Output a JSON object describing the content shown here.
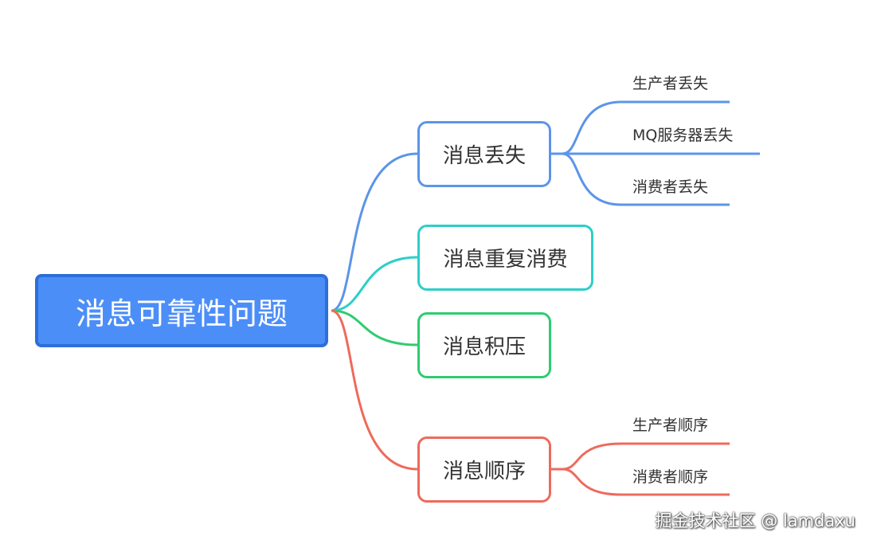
{
  "root": {
    "label": "消息可靠性问题",
    "fill": "#4c8ef7",
    "border": "#2d6fd8"
  },
  "branches": [
    {
      "label": "消息丢失",
      "color": "#5b95e8",
      "children": [
        "生产者丢失",
        "MQ服务器丢失",
        "消费者丢失"
      ]
    },
    {
      "label": "消息重复消费",
      "color": "#2dcfc8",
      "children": []
    },
    {
      "label": "消息积压",
      "color": "#2ecc71",
      "children": []
    },
    {
      "label": "消息顺序",
      "color": "#ee6a5c",
      "children": [
        "生产者顺序",
        "消费者顺序"
      ]
    }
  ],
  "watermark": "掘金技术社区 @ lamdaxu"
}
